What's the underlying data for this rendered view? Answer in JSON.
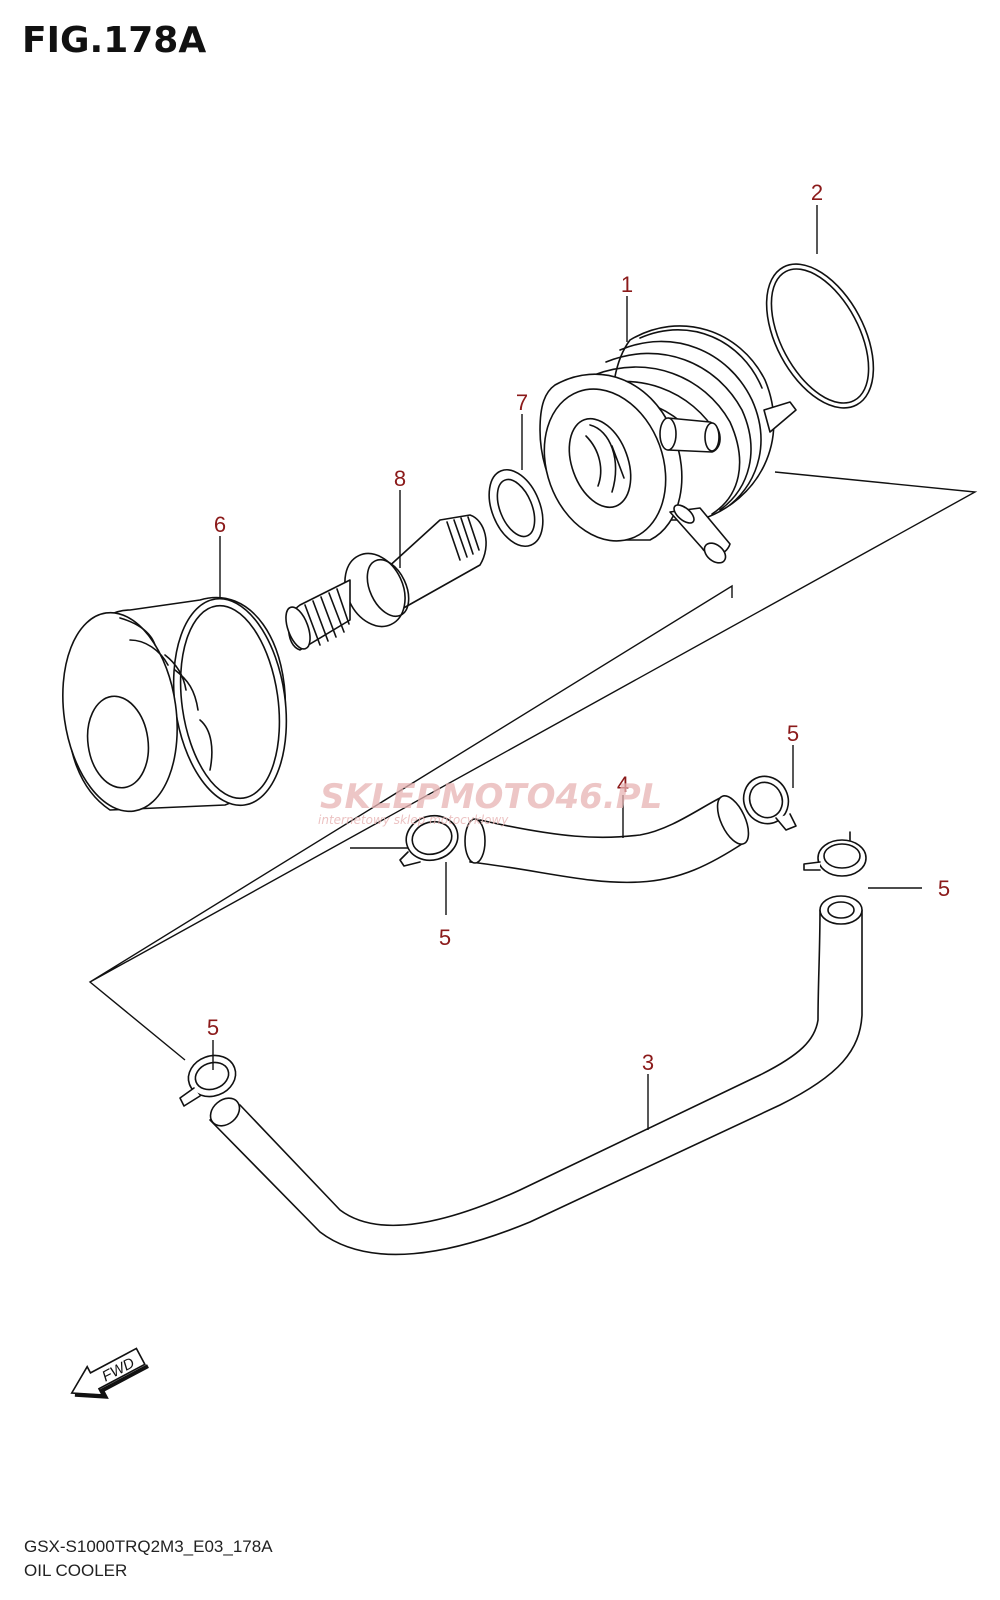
{
  "figure": {
    "title": "FIG.178A"
  },
  "callouts": {
    "c1": "1",
    "c2": "2",
    "c3": "3",
    "c4": "4",
    "c5a": "5",
    "c5b": "5",
    "c5c": "5",
    "c5d": "5",
    "c6": "6",
    "c7": "7",
    "c8": "8"
  },
  "watermark": {
    "main": "SKLEPMOTO46.PL",
    "sub": "internetowy sklep motocyklowy"
  },
  "fwd_label": "FWD",
  "footer": {
    "code": "GSX-S1000TRQ2M3_E03_178A",
    "name": "OIL COOLER"
  },
  "colors": {
    "callout": "#8b1a1a",
    "line": "#111111",
    "watermark": "#e8b4b4"
  }
}
